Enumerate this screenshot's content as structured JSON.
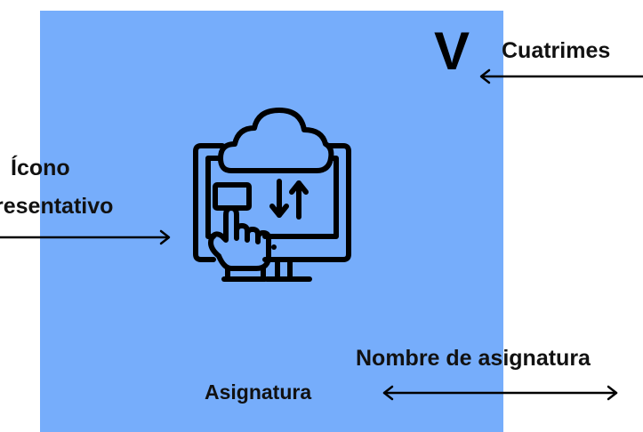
{
  "template": {
    "semester_numeral": "V",
    "course_title": "Asignatura"
  },
  "annotations": {
    "semester": "Cuatrimes",
    "icon_line1": "Ícono",
    "icon_line2": "resentativo",
    "course_name": "Nombre de asignatura"
  },
  "icon": {
    "name": "computer-cloud-upload-download-icon",
    "stroke_color": "#000000"
  },
  "colors": {
    "card_background": "#76adfb",
    "page_background": "#ffffff",
    "text": "#111111"
  }
}
